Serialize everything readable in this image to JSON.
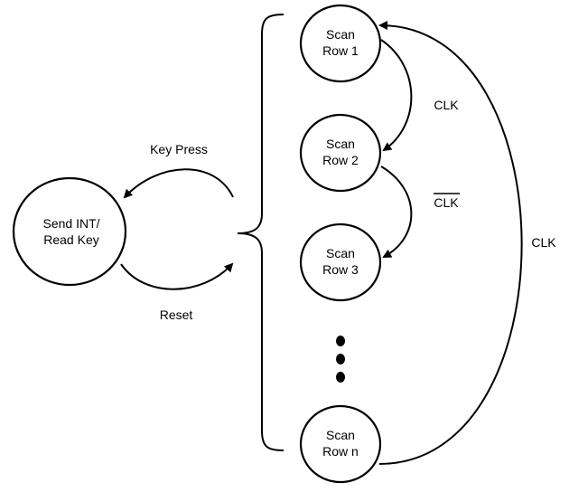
{
  "states": {
    "send_int": {
      "line1": "Send INT/",
      "line2": "Read Key"
    },
    "scan_row_1": {
      "line1": "Scan",
      "line2": "Row 1"
    },
    "scan_row_2": {
      "line1": "Scan",
      "line2": "Row 2"
    },
    "scan_row_3": {
      "line1": "Scan",
      "line2": "Row 3"
    },
    "scan_row_n": {
      "line1": "Scan",
      "line2": "Row n"
    }
  },
  "transitions": {
    "key_press": "Key Press",
    "reset": "Reset",
    "clk_row1_row2": "CLK",
    "clk_bar_row2_row3": "CLK",
    "clk_rown_row1": "CLK"
  },
  "colors": {
    "stroke": "#000000",
    "background": "#ffffff"
  }
}
